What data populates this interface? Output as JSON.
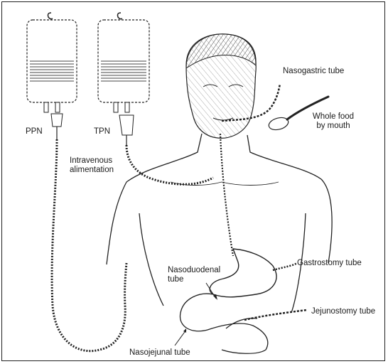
{
  "labels": {
    "ppn": "PPN",
    "tpn": "TPN",
    "nasogastric": "Nasogastric tube",
    "whole_food_line1": "Whole food",
    "whole_food_line2": "by mouth",
    "intravenous_line1": "Intravenous",
    "intravenous_line2": "alimentation",
    "gastrostomy": "Gastrostomy tube",
    "nasoduodenal_line1": "Nasoduodenal",
    "nasoduodenal_line2": "tube",
    "jejunostomy": "Jejunostomy tube",
    "nasojejunal": "Nasojejunal tube"
  },
  "colors": {
    "ink": "#1a1a1a",
    "background": "#ffffff"
  }
}
